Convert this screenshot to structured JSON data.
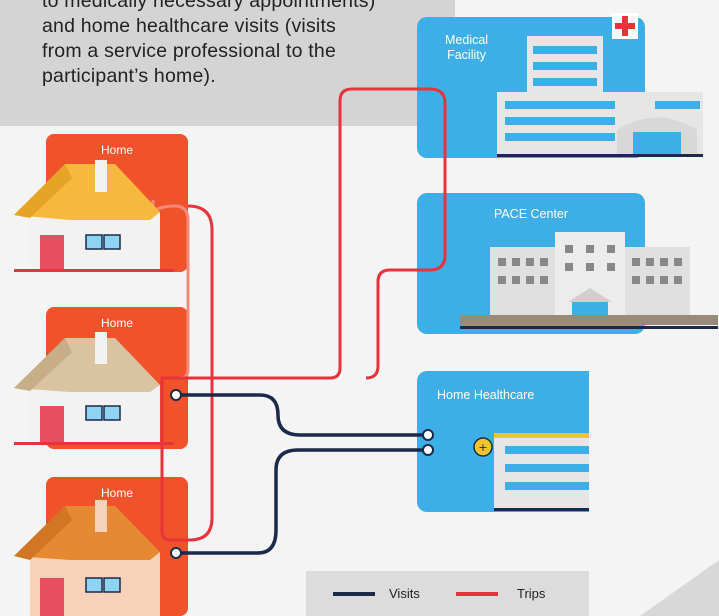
{
  "intro": {
    "lines": [
      "to medically necessary appointments)",
      "and home healthcare visits (visits",
      "from a service professional to the",
      "participant’s home)."
    ]
  },
  "homes": [
    {
      "label": "Home"
    },
    {
      "label": "Home"
    },
    {
      "label": "Home"
    }
  ],
  "destinations": {
    "medical": {
      "label_line1": "Medical",
      "label_line2": "Facility"
    },
    "pace": {
      "label": "PACE Center"
    },
    "home_healthcare": {
      "label": "Home Healthcare"
    }
  },
  "legend": {
    "visits_label": "Visits",
    "trips_label": "Trips"
  },
  "colors": {
    "home_tab": "#f0532b",
    "panel": "#3eaee6",
    "visits_line": "#1b2a4a",
    "trips_line": "#e8323c",
    "trips_line_light": "#f48a7a"
  }
}
